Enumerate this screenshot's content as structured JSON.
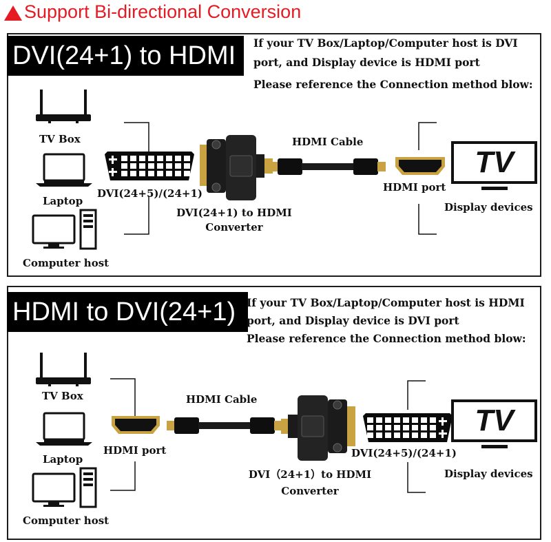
{
  "header": {
    "icon": "warning-triangle-icon",
    "title": "Support Bi-directional Conversion",
    "accent": "#e51b24"
  },
  "panel1": {
    "title": "DVI(24+1) to HDMI",
    "info_lines": [
      "If your TV Box/Laptop/Computer host is DVI",
      "port, and Display device is HDMI port",
      "Please reference the Connection method blow:"
    ],
    "sources": [
      "TV Box",
      "Laptop",
      "Computer host"
    ],
    "port_left": "DVI(24+5)/(24+1)",
    "converter": [
      "DVI(24+1) to HDMI",
      "Converter"
    ],
    "cable": "HDMI Cable",
    "port_right": "HDMI port",
    "tv_text": "TV",
    "display": "Display devices"
  },
  "panel2": {
    "title": "HDMI to DVI(24+1)",
    "info_lines": [
      "If your TV Box/Laptop/Computer host is HDMI",
      "port, and Display device is DVI port",
      "Please reference the Connection method blow:"
    ],
    "sources": [
      "TV Box",
      "Laptop",
      "Computer host"
    ],
    "port_left": "HDMI port",
    "cable": "HDMI Cable",
    "converter": [
      "DVI（24+1）to HDMI",
      "Converter"
    ],
    "port_right": "DVI(24+5)/(24+1)",
    "tv_text": "TV",
    "display": "Display devices"
  }
}
